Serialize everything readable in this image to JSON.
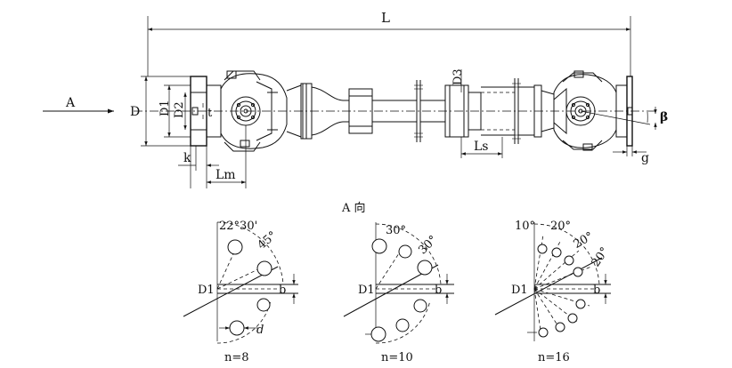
{
  "main_view": {
    "length_label": "L",
    "direction_label": "A",
    "d_label": "D",
    "d1_label": "D1",
    "d2_label": "D2",
    "d3_label": "D3",
    "t_label": "t",
    "k_label": "k",
    "lm_label": "Lm",
    "ls_label": "Ls",
    "g_label": "g",
    "beta_label": "β"
  },
  "view_title": "A 向",
  "flange_views": [
    {
      "caption": "n=8",
      "angle_label_1": "22°30'",
      "angle_label_2": "45°",
      "d1_label": "D1",
      "b_label": "b",
      "d_label": "d",
      "bolt_holes": 8
    },
    {
      "caption": "n=10",
      "angle_label_1": "30°",
      "angle_label_2": "30°",
      "d1_label": "D1",
      "b_label": "b",
      "bolt_holes": 10
    },
    {
      "caption": "n=16",
      "angle_label_1": "10°",
      "angle_label_2": "20°",
      "angle_label_3": "20°",
      "angle_label_4": "20°",
      "d1_label": "D1",
      "b_label": "b",
      "bolt_holes": 16
    }
  ]
}
